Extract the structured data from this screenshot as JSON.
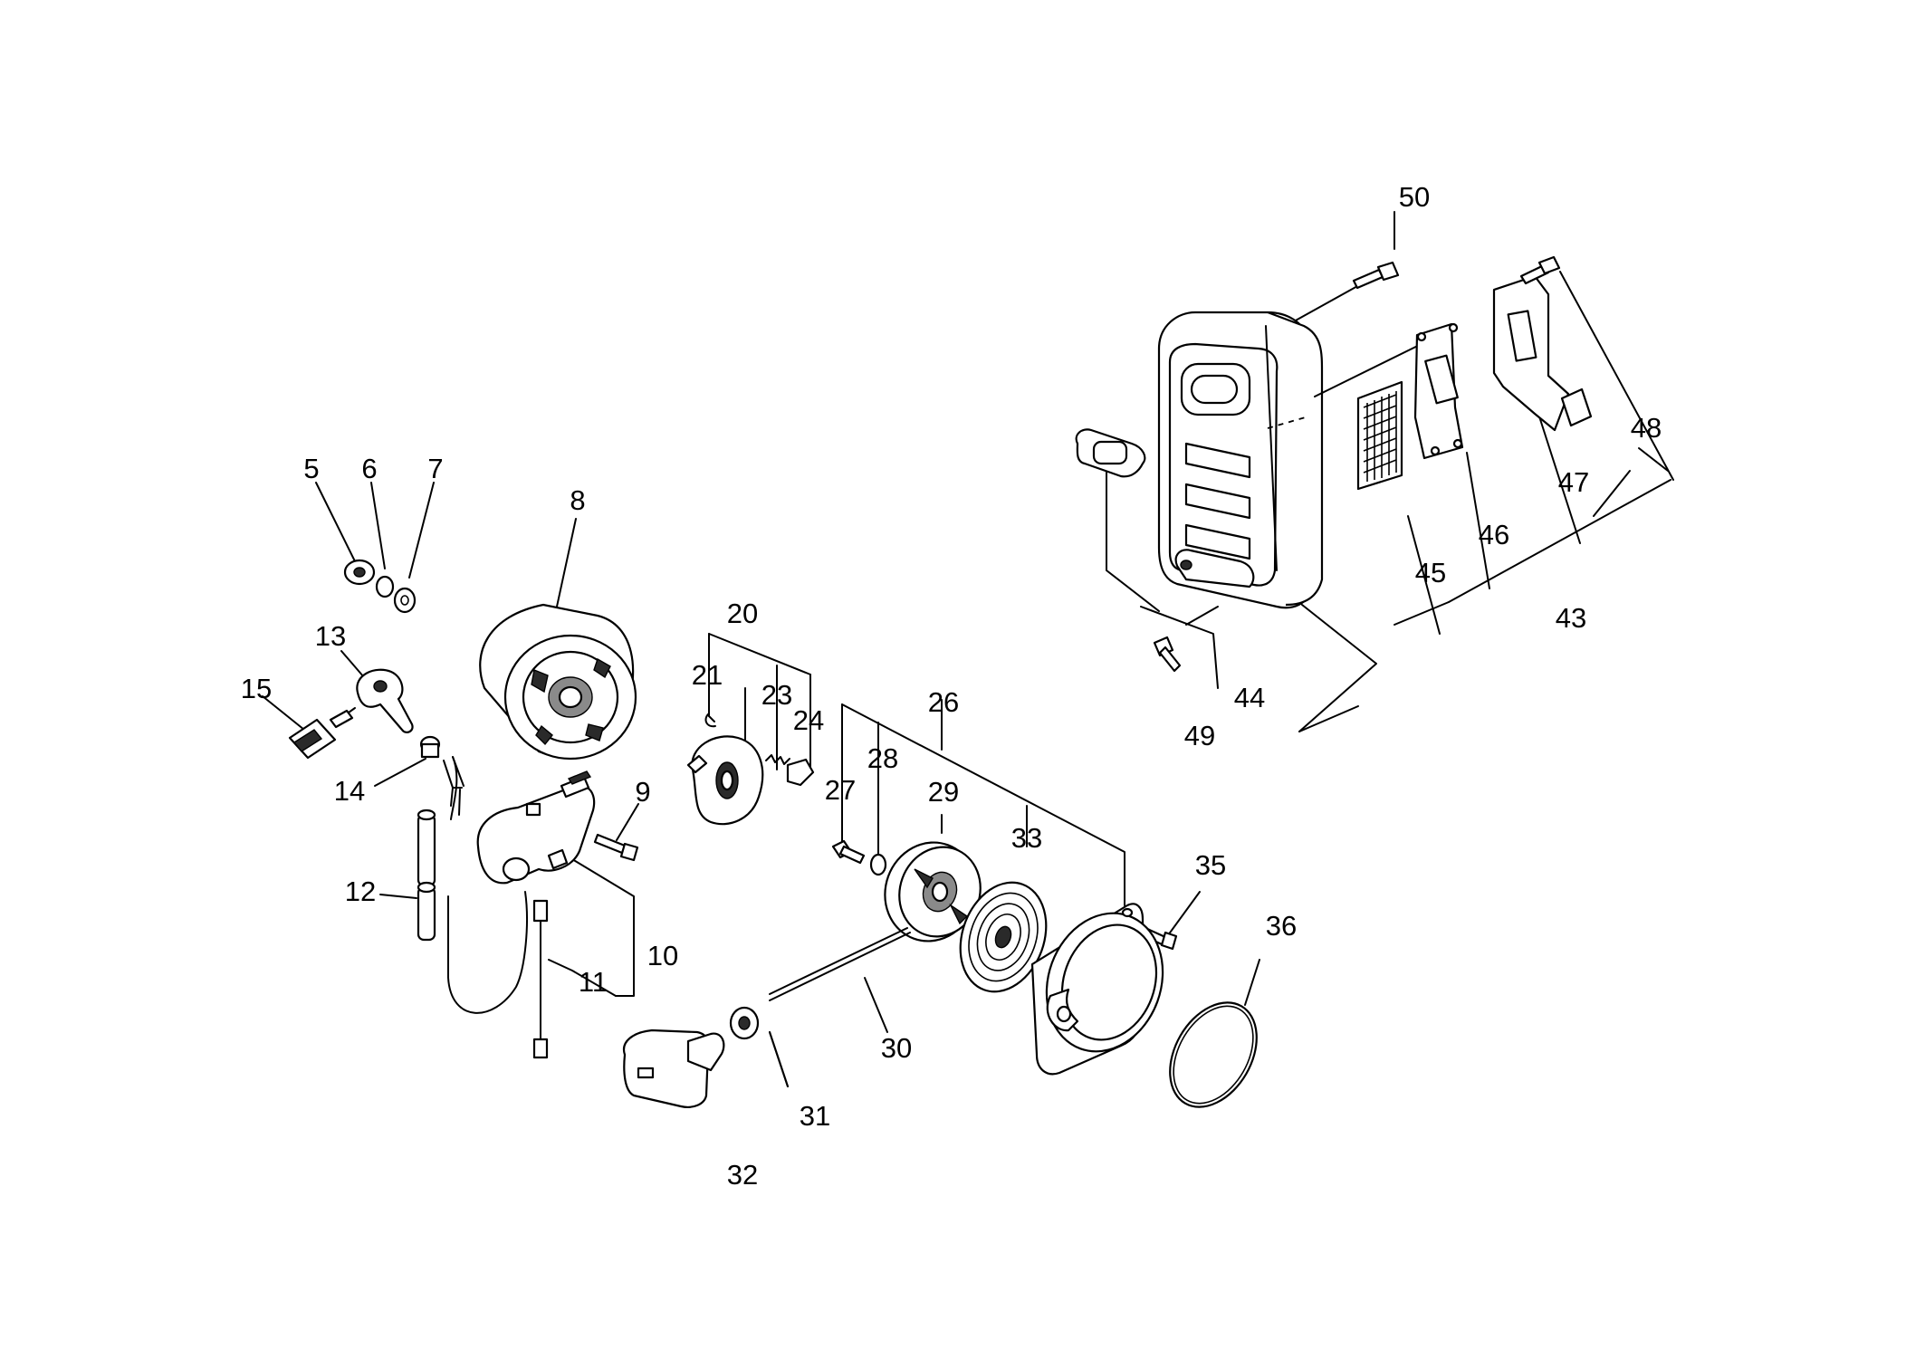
{
  "callouts": [
    {
      "id": "5",
      "text": "5"
    },
    {
      "id": "6",
      "text": "6"
    },
    {
      "id": "7",
      "text": "7"
    },
    {
      "id": "8",
      "text": "8"
    },
    {
      "id": "9",
      "text": "9"
    },
    {
      "id": "10",
      "text": "10"
    },
    {
      "id": "11",
      "text": "11"
    },
    {
      "id": "12",
      "text": "12"
    },
    {
      "id": "13",
      "text": "13"
    },
    {
      "id": "14",
      "text": "14"
    },
    {
      "id": "15",
      "text": "15"
    },
    {
      "id": "20",
      "text": "20"
    },
    {
      "id": "21",
      "text": "21"
    },
    {
      "id": "23",
      "text": "23"
    },
    {
      "id": "24",
      "text": "24"
    },
    {
      "id": "26",
      "text": "26"
    },
    {
      "id": "27",
      "text": "27"
    },
    {
      "id": "28",
      "text": "28"
    },
    {
      "id": "29",
      "text": "29"
    },
    {
      "id": "30",
      "text": "30"
    },
    {
      "id": "31",
      "text": "31"
    },
    {
      "id": "32",
      "text": "32"
    },
    {
      "id": "33",
      "text": "33"
    },
    {
      "id": "35",
      "text": "35"
    },
    {
      "id": "36",
      "text": "36"
    },
    {
      "id": "43",
      "text": "43"
    },
    {
      "id": "44",
      "text": "44"
    },
    {
      "id": "45",
      "text": "45"
    },
    {
      "id": "46",
      "text": "46"
    },
    {
      "id": "47",
      "text": "47"
    },
    {
      "id": "48",
      "text": "48"
    },
    {
      "id": "49",
      "text": "49"
    },
    {
      "id": "50",
      "text": "50"
    }
  ]
}
